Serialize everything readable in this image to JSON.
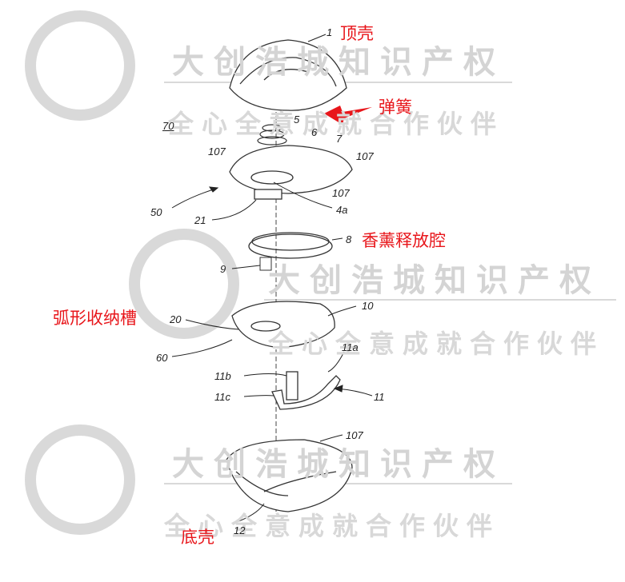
{
  "watermark": {
    "brand": "大创浩城知识产权",
    "slogan": "全心全意成就合作伙伴"
  },
  "annotations_cn": {
    "top_shell": "顶壳",
    "spring": "弹簧",
    "aroma_chamber": "香薰释放腔",
    "arc_groove": "弧形收纳槽",
    "bottom_shell": "底壳"
  },
  "part_labels": {
    "p1": "1",
    "p70": "70",
    "p5": "5",
    "p6": "6",
    "p7": "7",
    "p107a": "107",
    "p107b": "107",
    "p107c": "107",
    "p50": "50",
    "p21": "21",
    "p4a": "4a",
    "p8": "8",
    "p9": "9",
    "p20": "20",
    "p10": "10",
    "p60": "60",
    "p11a": "11a",
    "p11b": "11b",
    "p11c": "11c",
    "p11": "11",
    "p107d": "107",
    "p12": "12"
  }
}
